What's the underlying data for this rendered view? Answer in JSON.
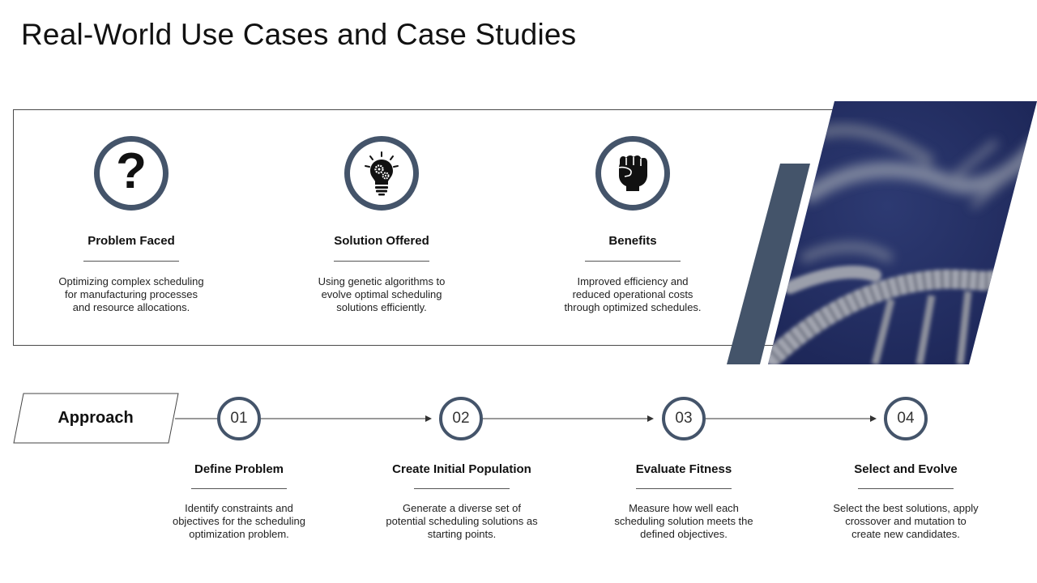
{
  "title": "Real-World Use Cases and Case Studies",
  "colors": {
    "accent": "#44546a",
    "image_bg": "#1f2a5a",
    "text": "#111111"
  },
  "features": [
    {
      "icon": "question-mark-icon",
      "title": "Problem Faced",
      "description": "Optimizing complex scheduling\nfor manufacturing processes\nand resource  allocations."
    },
    {
      "icon": "lightbulb-gear-icon",
      "title": "Solution Offered",
      "description": "Using genetic algorithms to\nevolve optimal scheduling\nsolutions efficiently."
    },
    {
      "icon": "raised-fist-icon",
      "title": "Benefits",
      "description": "Improved efficiency  and\nreduced  operational costs\nthrough optimized schedules."
    }
  ],
  "approach": {
    "label": "Approach",
    "steps": [
      {
        "number": "01",
        "title": "Define Problem",
        "description": "Identify constraints and\nobjectives for the scheduling\noptimization problem."
      },
      {
        "number": "02",
        "title": "Create Initial Population",
        "description": "Generate  a diverse set of\npotential scheduling solutions as\nstarting points."
      },
      {
        "number": "03",
        "title": "Evaluate Fitness",
        "description": "Measure  how well each\nscheduling solution meets the\ndefined objectives."
      },
      {
        "number": "04",
        "title": "Select and Evolve",
        "description": "Select the best solutions, apply\ncrossover and mutation to\ncreate new candidates."
      }
    ]
  }
}
